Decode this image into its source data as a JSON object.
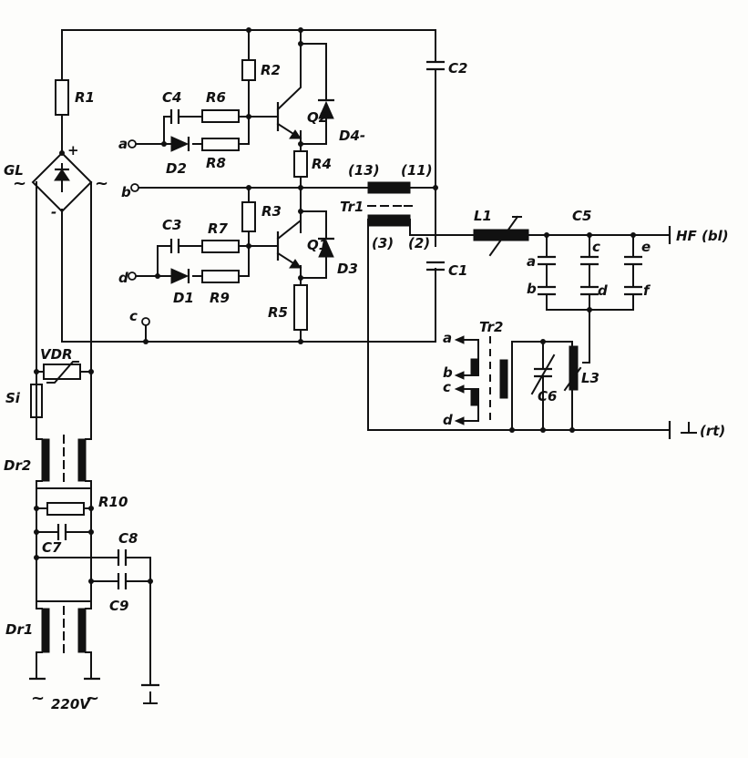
{
  "labels": {
    "R1": "R1",
    "R2": "R2",
    "R3": "R3",
    "R4": "R4",
    "R5": "R5",
    "R6": "R6",
    "R7": "R7",
    "R8": "R8",
    "R9": "R9",
    "R10": "R10",
    "C1": "C1",
    "C2": "C2",
    "C3": "C3",
    "C4": "C4",
    "C5": "C5",
    "C6": "C6",
    "C7": "C7",
    "C8": "C8",
    "C9": "C9",
    "D1": "D1",
    "D2": "D2",
    "D3": "D3",
    "D4": "D4-",
    "Q1": "Q1",
    "Q2": "Q2",
    "GL": "GL",
    "VDR": "VDR",
    "Si": "Si",
    "Dr1": "Dr1",
    "Dr2": "Dr2",
    "Tr1": "Tr1",
    "Tr2": "Tr2",
    "L1": "L1",
    "L3": "L3",
    "pin13": "(13)",
    "pin11": "(11)",
    "pin3": "(3)",
    "pin2": "(2)",
    "plus": "+",
    "minus": "-",
    "ac1": "~",
    "ac2": "~",
    "mains": "220V",
    "mainsTilde1": "~",
    "mainsTilde2": "~",
    "hf": "HF (bl)",
    "rt": "(rt)",
    "ta": "a",
    "tb": "b",
    "tc": "c",
    "td": "d",
    "c5a": "a",
    "c5b": "b",
    "c5c": "c",
    "c5d": "d",
    "c5e": "e",
    "c5f": "f",
    "tr2a": "a",
    "tr2b": "b",
    "tr2c": "c",
    "tr2d": "d"
  }
}
